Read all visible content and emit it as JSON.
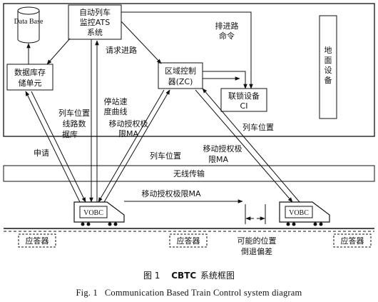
{
  "nodes": {
    "database": "Data Base",
    "ats_line1": "自动列车",
    "ats_line2": "监控ATS",
    "ats_line3": "系统",
    "dsu_line1": "数据库存",
    "dsu_line2": "储单元",
    "zc_line1": "区域控制",
    "zc_line2": "器(ZC)",
    "ci_line1": "联锁设备",
    "ci_line2": "CI",
    "ground_c1": "地",
    "ground_c2": "面",
    "ground_c3": "设",
    "ground_c4": "备",
    "wireless": "无线传输",
    "vobc_left": "VOBC",
    "vobc_right": "VOBC",
    "transponder_1": "应答器",
    "transponder_2": "应答器",
    "transponder_3": "应答器"
  },
  "labels": {
    "route_cmd_1": "排进路",
    "route_cmd_2": "命令",
    "route_request": "请求进路",
    "stop_speed_1": "停站速",
    "stop_speed_2": "度曲线",
    "ma_left_1": "移动授权极",
    "ma_left_2": "限MA",
    "train_pos_data_1": "列车位置",
    "train_pos_data_2": "线路数",
    "train_pos_data_3": "据库",
    "apply": "申请",
    "train_pos_left": "列车位置",
    "ma_right_1": "移动授权极",
    "ma_right_2": "限MA",
    "train_pos_right": "列车位置",
    "ma_track": "移动授权极限MA",
    "pos_error_1": "可能的位置",
    "pos_error_2": "倒退偏差"
  },
  "caption": {
    "cn_prefix": "图 1",
    "cn_bold": "CBTC",
    "cn_rest": "系统框图",
    "en": "Fig. 1   Communication Based Train Control system diagram"
  }
}
